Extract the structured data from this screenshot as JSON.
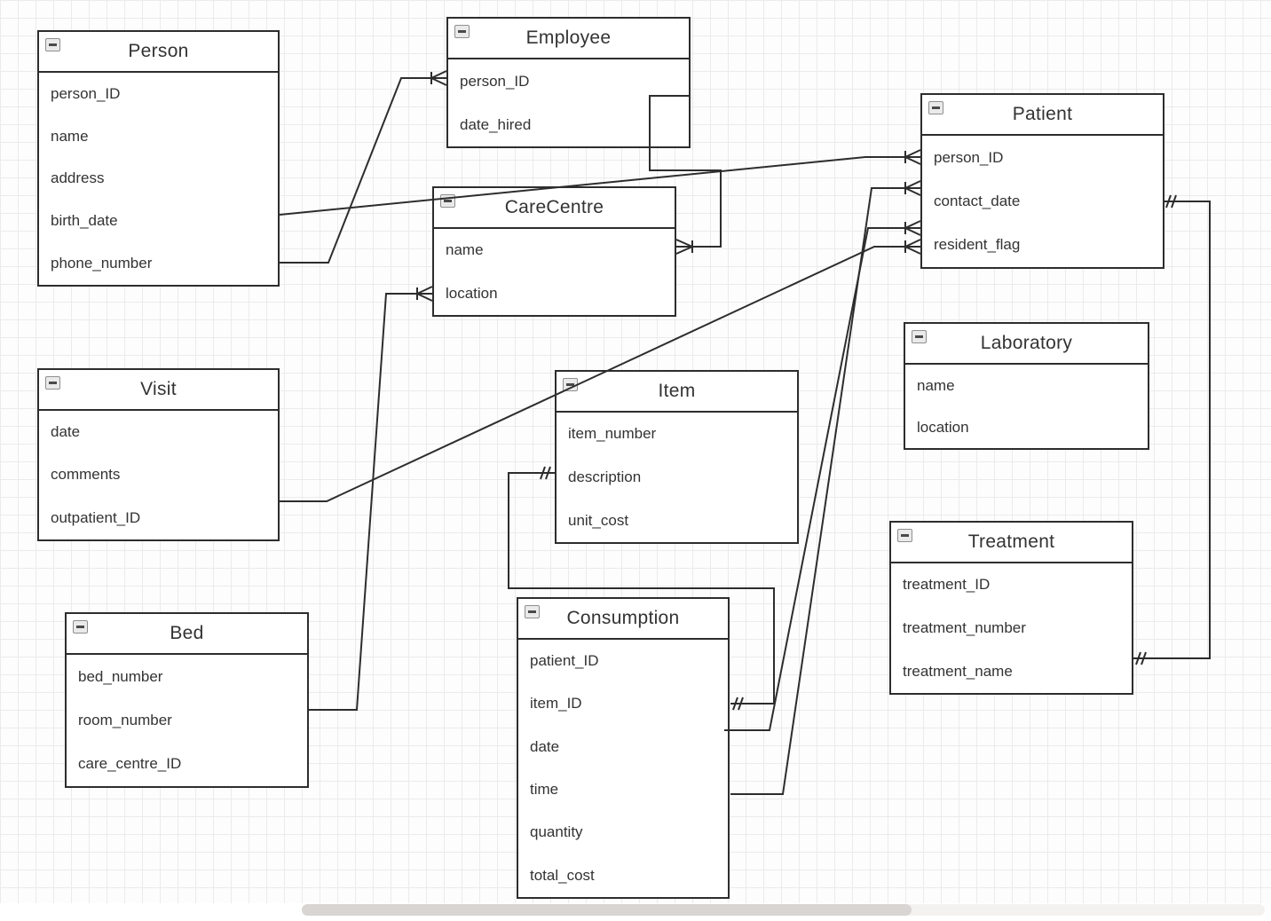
{
  "diagram": {
    "type": "entity-relationship",
    "tool_hint": "database table shapes with collapse buttons on a grid canvas",
    "colors": {
      "line": "#2d2d2d",
      "box_border": "#2d2d2d",
      "box_fill": "#ffffff",
      "grid_line": "#ebebeb",
      "text": "#333333",
      "scrollbar_thumb": "#d8d5d2",
      "scrollbar_track": "#f4f2f0"
    },
    "entities": [
      {
        "title": "Person",
        "fields": [
          "person_ID",
          "name",
          "address",
          "birth_date",
          "phone_number"
        ]
      },
      {
        "title": "Employee",
        "fields": [
          "person_ID",
          "date_hired"
        ]
      },
      {
        "title": "CareCentre",
        "fields": [
          "name",
          "location"
        ]
      },
      {
        "title": "Patient",
        "fields": [
          "person_ID",
          "contact_date",
          "resident_flag"
        ]
      },
      {
        "title": "Laboratory",
        "fields": [
          "name",
          "location"
        ]
      },
      {
        "title": "Visit",
        "fields": [
          "date",
          "comments",
          "outpatient_ID"
        ]
      },
      {
        "title": "Item",
        "fields": [
          "item_number",
          "description",
          "unit_cost"
        ]
      },
      {
        "title": "Treatment",
        "fields": [
          "treatment_ID",
          "treatment_number",
          "treatment_name"
        ]
      },
      {
        "title": "Bed",
        "fields": [
          "bed_number",
          "room_number",
          "care_centre_ID"
        ]
      },
      {
        "title": "Consumption",
        "fields": [
          "patient_ID",
          "item_ID",
          "date",
          "time",
          "quantity",
          "total_cost"
        ]
      }
    ],
    "relationships": [
      {
        "from": "Person.phone_number",
        "to": "Employee.person_ID",
        "end_marker": "crow-foot-at-Employee"
      },
      {
        "from": "Person.birth_date",
        "to": "Patient.person_ID",
        "end_marker": "crow-foot-at-Patient"
      },
      {
        "from": "Employee.person_ID",
        "to": "CareCentre.name",
        "end_marker": "crow-foot-at-CareCentre"
      },
      {
        "from": "Bed.room_number",
        "to": "CareCentre.location",
        "end_marker": "crow-foot-at-CareCentre"
      },
      {
        "from": "Visit.outpatient_ID",
        "to": "Patient.resident_flag",
        "end_marker": "crow-foot-at-Patient"
      },
      {
        "from": "Consumption.time",
        "to": "Patient.contact_date",
        "end_marker": "crow-foot-at-Patient"
      },
      {
        "from": "Consumption.date",
        "to": "Patient.resident_flag",
        "end_marker": "crow-foot-at-Patient"
      },
      {
        "from": "Item.description",
        "to": "Consumption.item_ID",
        "end_marker": "one-tick-both-ends"
      },
      {
        "from": "Patient.contact_date",
        "to": "Treatment.treatment_name",
        "end_marker": "one-tick-both-ends"
      }
    ],
    "icons": {
      "header_button": "collapse-minus-icon"
    }
  }
}
